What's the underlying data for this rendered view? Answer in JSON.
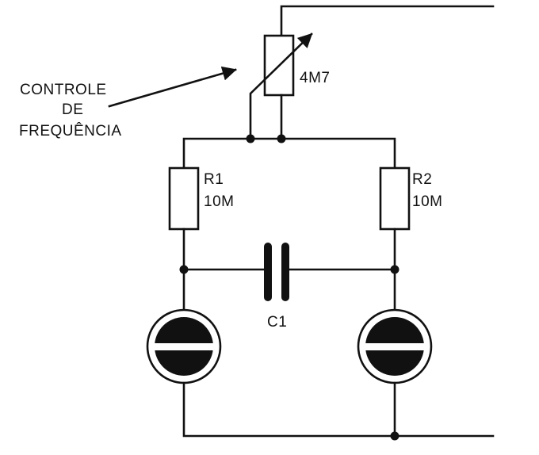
{
  "annotation": {
    "line1": "CONTROLE",
    "line2": "DE",
    "line3": "FREQUÊNCIA"
  },
  "components": {
    "potentiometer": {
      "value": "4M7"
    },
    "r1": {
      "ref": "R1",
      "value": "10M"
    },
    "r2": {
      "ref": "R2",
      "value": "10M"
    },
    "c1": {
      "ref": "C1"
    }
  },
  "colors": {
    "ink": "#111111",
    "paper": "#ffffff"
  }
}
